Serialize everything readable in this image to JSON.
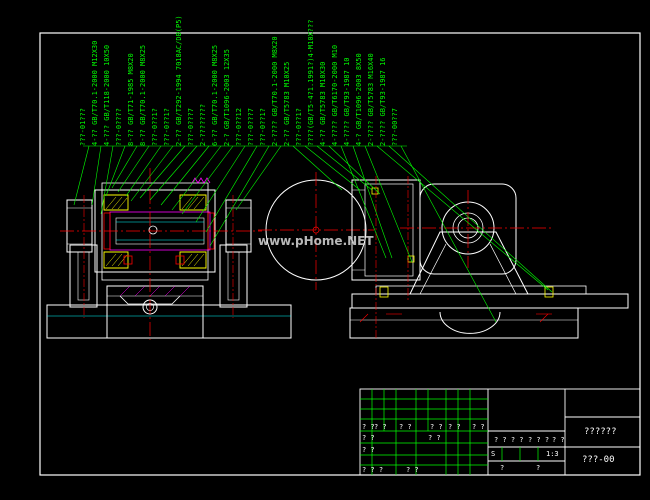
{
  "drawing": {
    "callouts": [
      "???-01???",
      "4-?? GB/T70.1-2000 M12X30",
      "4-??? GB/T118-2000 10X50",
      "???-0????",
      "8-?? GB/T71-1985 M8X20",
      "8-?? GB/T70.1-2000 M8X25",
      "???-0??1?",
      "???-0??1?",
      "2-?? GB/T292-1994 7018AC/DB(P5)",
      "???-0???7",
      "2-????????",
      "6-?? GB/T70.1-2000 M8X25",
      "2-? GB/T1096-2003 12X35",
      "???-0??12",
      "???-0???7",
      "???-0??1?",
      "2-???? GB/T70.1-2000 M8X20",
      "2-?? GB/T5783 M10X25",
      "???-0??1?",
      "????(GB/T5-4?1.1991?)4-M10X???",
      "4-?? GB/T5783 M10X30",
      "4-???? GB/T6170-2000 M10",
      "4-???? GB/T93-1987 10",
      "4-? GB/T1096-2003 8X50",
      "2-???? GB/T5783 M16X40",
      "2-???? GB/T93-1987 16",
      "???-00??7"
    ],
    "watermark": "www.pHome.NET"
  },
  "title_block": {
    "grid_marks": [
      "? ?",
      "? ?",
      "? ?",
      "? ? ?",
      "? ? ?",
      "? ? ?",
      "? ? ? ?",
      "? ? ? ?",
      "? ? ?"
    ],
    "row_a": [
      "? ?",
      "? ?",
      "? ?",
      "? ?",
      "? ?",
      "? ?"
    ],
    "row_a_mid": "? ?",
    "row_b_left": [
      "? ?",
      "? ?"
    ],
    "row_b_mid": "? ? ?",
    "marks_row": [
      "? ? ? ?",
      "? ? ?",
      "? ?"
    ],
    "stage_letter": "S",
    "scale": "1:3",
    "sheet_left": "?",
    "sheet_right": "?",
    "approve": "? ?",
    "title": "??????",
    "drawing_no": "???-00"
  }
}
